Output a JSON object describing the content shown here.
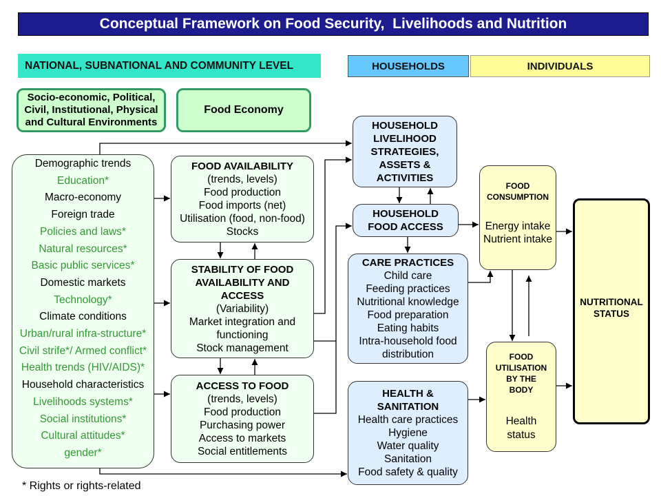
{
  "title": "Conceptual Framework on Food Security,  Livelihoods and Nutrition",
  "levels": {
    "national": "NATIONAL, SUBNATIONAL AND COMMUNITY LEVEL",
    "households": "HOUSEHOLDS",
    "individuals": "INDIVIDUALS"
  },
  "environment": {
    "lines": [
      "Socio-economic, Political,",
      "Civil, Institutional, Physical",
      "and Cultural Environments"
    ]
  },
  "food_economy": "Food Economy",
  "factors": [
    {
      "text": "Demographic trends",
      "rights_related": false
    },
    {
      "text": "Education*",
      "rights_related": true
    },
    {
      "text": "Macro-economy",
      "rights_related": false
    },
    {
      "text": "Foreign trade",
      "rights_related": false
    },
    {
      "text": "Policies and laws*",
      "rights_related": true
    },
    {
      "text": "Natural resources*",
      "rights_related": true
    },
    {
      "text": "Basic public services*",
      "rights_related": true
    },
    {
      "text": "Domestic markets",
      "rights_related": false
    },
    {
      "text": "Technology*",
      "rights_related": true
    },
    {
      "text": "Climate conditions",
      "rights_related": false
    },
    {
      "text": "Urban/rural infra-structure*",
      "rights_related": true
    },
    {
      "text": "Civil strife*/ Armed conflict*",
      "rights_related": true
    },
    {
      "text": "Health trends (HIV/AIDS)*",
      "rights_related": true
    },
    {
      "text": "Household characteristics",
      "rights_related": false
    },
    {
      "text": "Livelihoods systems*",
      "rights_related": true
    },
    {
      "text": "Social institutions*",
      "rights_related": true
    },
    {
      "text": "Cultural attitudes*",
      "rights_related": true
    },
    {
      "text": "gender*",
      "rights_related": true
    }
  ],
  "food_availability": {
    "heading": "FOOD AVAILABILITY",
    "lines": [
      "(trends, levels)",
      "Food production",
      "Food imports (net)",
      "Utilisation (food, non-food)",
      "Stocks"
    ]
  },
  "stability": {
    "heading": [
      "STABILITY OF FOOD",
      "AVAILABILITY AND",
      "ACCESS"
    ],
    "lines": [
      "(Variability)",
      "Market integration and",
      "functioning",
      "Stock management"
    ]
  },
  "access_to_food": {
    "heading": "ACCESS TO FOOD",
    "lines": [
      "(trends, levels)",
      "Food production",
      "Purchasing power",
      "Access to markets",
      "Social entitlements"
    ]
  },
  "household_livelihood": {
    "heading": [
      "HOUSEHOLD",
      "LIVELIHOOD",
      "STRATEGIES,",
      "ASSETS &",
      "ACTIVITIES"
    ]
  },
  "household_food_access": {
    "heading": [
      "HOUSEHOLD",
      "FOOD ACCESS"
    ]
  },
  "care_practices": {
    "heading": "CARE PRACTICES",
    "lines": [
      "Child care",
      "Feeding practices",
      "Nutritional knowledge",
      "Food preparation",
      "Eating habits",
      "Intra-household food",
      "distribution"
    ]
  },
  "health_sanitation": {
    "heading": [
      "HEALTH &",
      "SANITATION"
    ],
    "lines": [
      "Health care practices",
      "Hygiene",
      "Water quality",
      "Sanitation",
      "Food safety & quality"
    ]
  },
  "food_consumption": {
    "heading": [
      "FOOD",
      "CONSUMPTION"
    ],
    "lines": [
      "Energy intake",
      "Nutrient intake"
    ]
  },
  "food_utilisation": {
    "heading": [
      "FOOD",
      "UTILISATION",
      "BY THE",
      "BODY"
    ],
    "lines": [
      "Health",
      "status"
    ]
  },
  "nutritional_status": {
    "heading": [
      "NUTRITIONAL",
      "STATUS"
    ]
  },
  "footnote": "* Rights or rights-related",
  "colors": {
    "title_bar": "#1c1c8e",
    "national": "#33e6c8",
    "households": "#66c7ff",
    "individuals": "#ffff99",
    "env_fill": "#ccffcc",
    "env_border": "#339966",
    "green_fill": "#effff0",
    "blue_fill": "#ddeeff",
    "yellow_fill": "#ffffcc",
    "rights_related_text": "#339933"
  }
}
